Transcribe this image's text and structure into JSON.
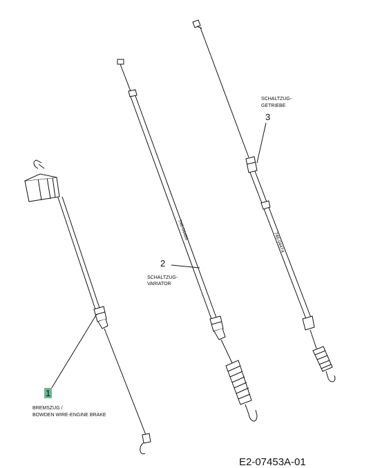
{
  "callouts": [
    {
      "number": "1",
      "label_lines": [
        "BREMSZUG /",
        "BOWDEN WIRE-ENGINE BRAKE"
      ],
      "highlight": "#6cb894"
    },
    {
      "number": "2",
      "label_lines": [
        "SCHALTZUG-",
        "VARIATOR"
      ]
    },
    {
      "number": "3",
      "label_lines": [
        "SCHALTZUG-",
        "GETRIEBE"
      ]
    }
  ],
  "part_codes": [
    "746-04469",
    "746-04474"
  ],
  "drawing_code": "E2-07453A-01",
  "colors": {
    "line": "#111111",
    "highlight": "#6cb894",
    "background": "#ffffff"
  }
}
